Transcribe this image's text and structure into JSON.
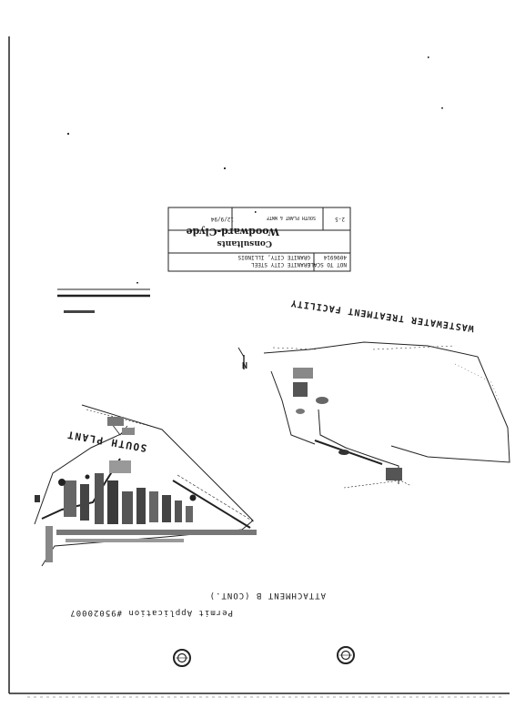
{
  "sheet": {
    "permit_line": "Permit Application #95020007",
    "attachment": "ATTACHMENT B (CONT.)"
  },
  "title_block": {
    "company_prefix": "Consultants",
    "company": "Woodward-Clyde",
    "city": "GRANITE CITY, ILLINOIS",
    "address": "GRANITE CITY STEEL",
    "project_no": "4096914",
    "fig": "2-5",
    "drawn_date": "12/9/94",
    "scale": "NOT TO SCALE",
    "subtitle": "SOUTH PLANT & WWTF"
  },
  "map": {
    "south_plant_label": "SOUTH PLANT",
    "wwtf_label": "WASTEWATER TREATMENT FACILITY",
    "north_label": "N"
  }
}
